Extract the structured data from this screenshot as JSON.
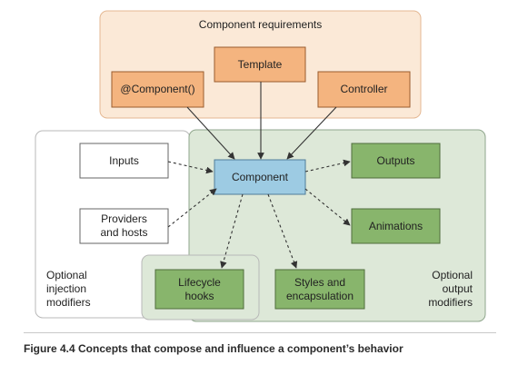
{
  "colors": {
    "requirements_panel": "#fbe9d7",
    "requirements_border": "#e4b893",
    "orange_box": "#f4b47f",
    "orange_border": "#9a5c2d",
    "component_box": "#9dcbe3",
    "component_border": "#507d9a",
    "green_box": "#88b56c",
    "green_border": "#4f6d3b",
    "output_panel": "#dde8d8",
    "output_panel_border": "#8fa68c",
    "white_box": "#ffffff",
    "white_border": "#666666",
    "arrow": "#333333",
    "left_panel_border": "#b8b8b8"
  },
  "diagram": {
    "requirements_title": "Component requirements",
    "template": "Template",
    "component_decorator": "@Component()",
    "controller": "Controller",
    "component": "Component",
    "inputs": "Inputs",
    "providers": "Providers\nand hosts",
    "optional_injection": "Optional\ninjection\nmodifiers",
    "outputs": "Outputs",
    "animations": "Animations",
    "optional_output": "Optional\noutput\nmodifiers",
    "lifecycle": "Lifecycle\nhooks",
    "styles": "Styles and\nencapsulation"
  },
  "caption": {
    "text": "Figure 4.4    Concepts that compose and influence a component’s behavior"
  }
}
